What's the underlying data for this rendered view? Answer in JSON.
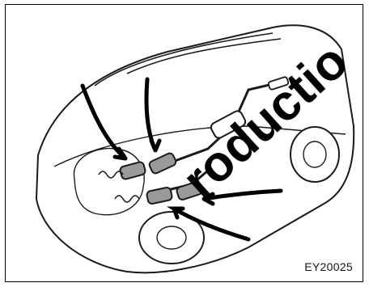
{
  "figure": {
    "code": "EY20025",
    "watermark_text": "roductio",
    "subject": "vehicle exhaust system with arrows pointing to catalytic converters",
    "colors": {
      "line": "#1a1a1a",
      "fill": "#ffffff",
      "watermark": "#000000"
    }
  }
}
